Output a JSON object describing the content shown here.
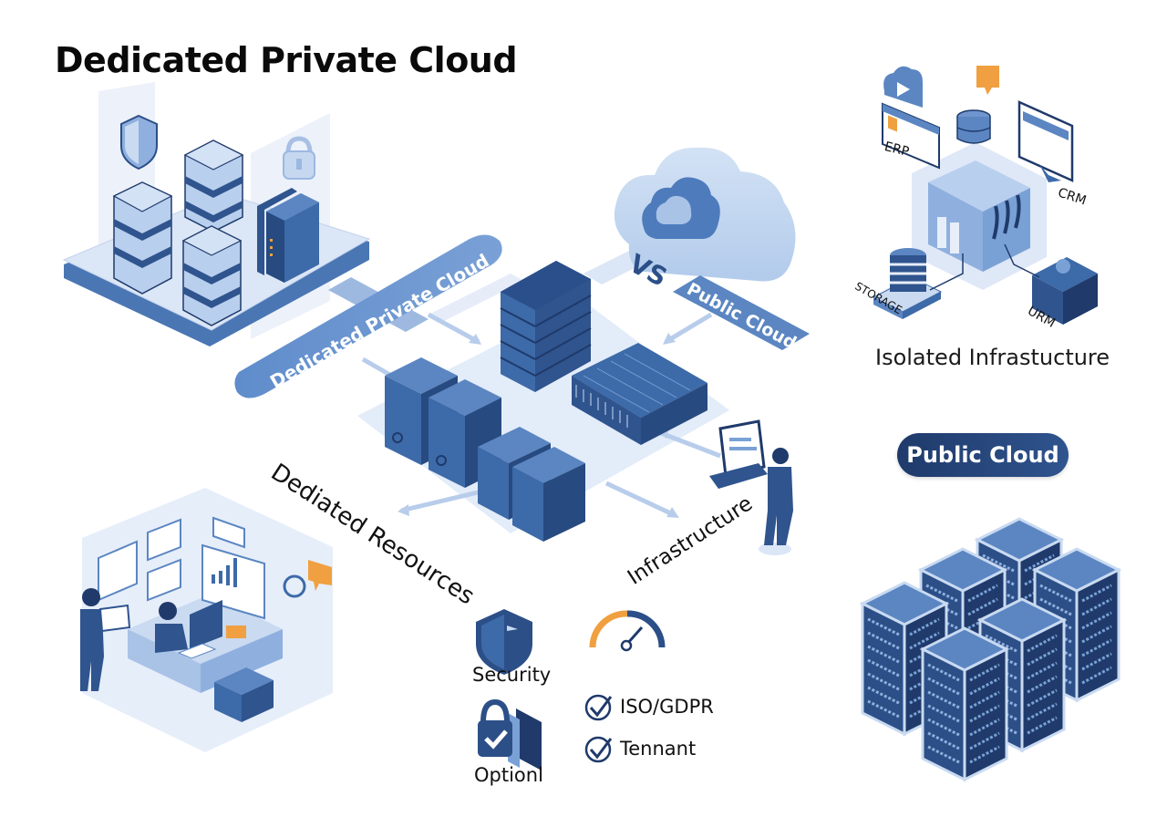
{
  "title": "Dedicated Private Cloud",
  "colors": {
    "navy": "#1f3a6b",
    "blue": "#3d6aa8",
    "mid_blue": "#5b86c2",
    "light_blue": "#c9daf1",
    "pale_blue": "#e6eefa",
    "orange": "#f0a040",
    "text": "#111111"
  },
  "private_cloud_band": {
    "label": "Dedicated Private Cloud"
  },
  "public_cloud_band": {
    "label": "Public Cloud"
  },
  "vs_label": "VS",
  "center_labels": {
    "dedicated_resources": "Dediated Resources",
    "infrastructure": "Infrastructure"
  },
  "isolated_infrastructure": {
    "title": "Isolated Infrastucture",
    "nodes": [
      {
        "label": "ERP",
        "icon": "browser-window-icon"
      },
      {
        "label": "CRM",
        "icon": "monitor-icon"
      },
      {
        "label": "STORAGE",
        "icon": "database-stack-icon"
      },
      {
        "label": "URM",
        "icon": "server-unit-icon"
      }
    ]
  },
  "public_cloud_badge": {
    "label": "Public Cloud"
  },
  "features": {
    "security": {
      "label": "Security",
      "icon": "shield-icon"
    },
    "optional": {
      "label": "Optionl",
      "icon": "lock-check-icon"
    },
    "performance": {
      "icon": "speedometer-gauge-icon"
    },
    "checks": [
      {
        "label": "ISO/GDPR",
        "icon": "check-circle-icon"
      },
      {
        "label": "Tennant",
        "icon": "check-circle-icon"
      }
    ]
  }
}
